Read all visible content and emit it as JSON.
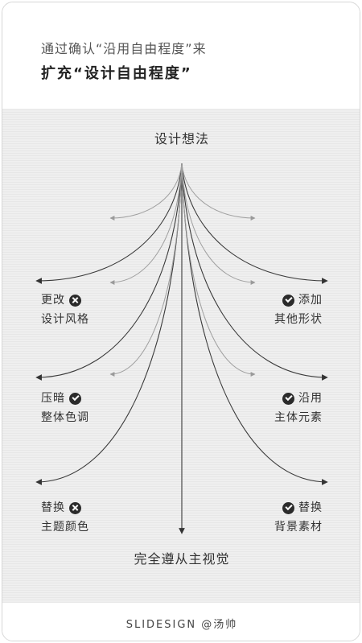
{
  "header": {
    "subtitle": "通过确认“沿用自由程度”来",
    "title": "扩充“设计自由程度”"
  },
  "diagram": {
    "top_label": "设计想法",
    "bottom_label": "完全遵从主视觉",
    "left": [
      {
        "line1": "更改",
        "line2": "设计风格",
        "icon": "cross-circle-icon"
      },
      {
        "line1": "压暗",
        "line2": "整体色调",
        "icon": "check-circle-icon"
      },
      {
        "line1": "替换",
        "line2": "主题颜色",
        "icon": "cross-circle-icon"
      }
    ],
    "right": [
      {
        "line1": "添加",
        "line2": "其他形状",
        "icon": "check-circle-icon"
      },
      {
        "line1": "沿用",
        "line2": "主体元素",
        "icon": "check-circle-icon"
      },
      {
        "line1": "替换",
        "line2": "背景素材",
        "icon": "check-circle-icon"
      }
    ]
  },
  "footer": {
    "credit": "SLIDESIGN @汤帅"
  }
}
